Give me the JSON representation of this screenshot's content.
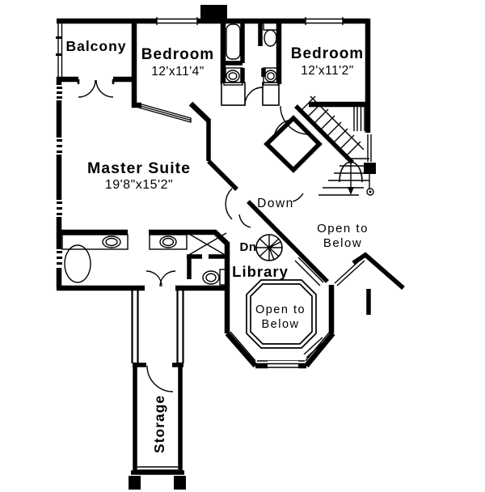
{
  "rooms": {
    "balcony": {
      "label": "Balcony"
    },
    "bedroom1": {
      "label": "Bedroom",
      "dims": "12'x11'4\""
    },
    "bedroom2": {
      "label": "Bedroom",
      "dims": "12'x11'2\""
    },
    "master": {
      "label": "Master Suite",
      "dims": "19'8\"x15'2\""
    },
    "library": {
      "label": "Library"
    },
    "storage": {
      "label": "Storage"
    }
  },
  "annotations": {
    "down": "Down",
    "dn": "Dn",
    "open_below_right": {
      "line1": "Open to",
      "line2": "Below"
    },
    "open_below_bay": {
      "line1": "Open to",
      "line2": "Below"
    }
  },
  "colors": {
    "ink": "#000000",
    "paper": "#ffffff"
  }
}
